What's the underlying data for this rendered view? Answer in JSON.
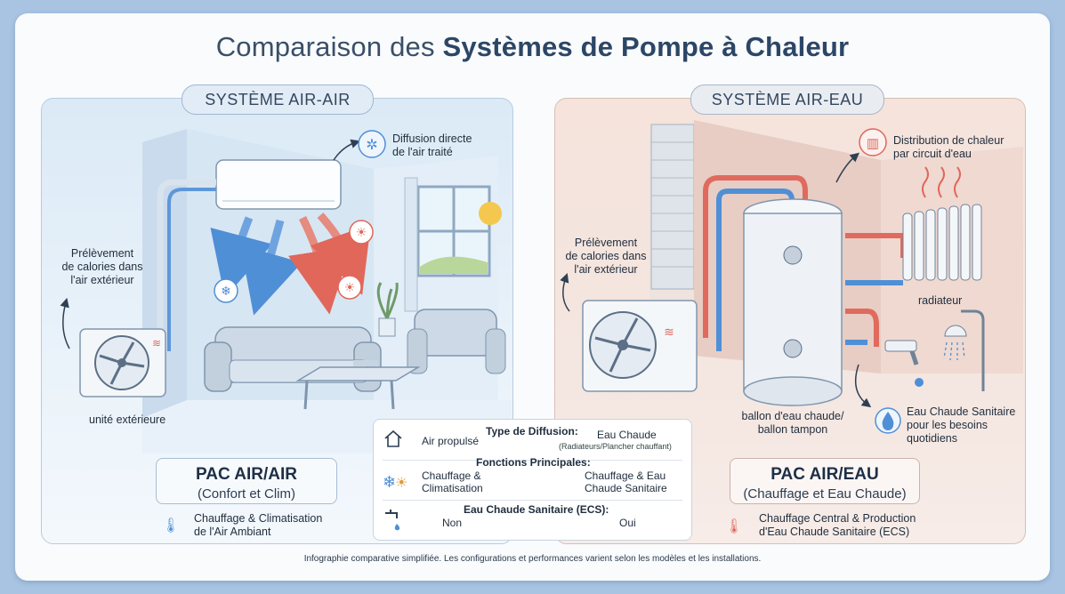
{
  "title": {
    "prefix": "Comparaison des ",
    "bold": "Systèmes de Pompe à Chaleur"
  },
  "left": {
    "pill": "SYSTÈME AIR-AIR",
    "label_diffusion": [
      "Diffusion directe",
      "de l'air traité"
    ],
    "label_prelevement": [
      "Prélèvement",
      "de calories dans",
      "l'air extérieur"
    ],
    "label_unite": "unité extérieure",
    "box_title": "PAC AIR/AIR",
    "box_sub": "(Confort et Clim)",
    "caption": [
      "Chauffage & Climatisation",
      "de l'Air Ambiant"
    ]
  },
  "right": {
    "pill": "SYSTÈME AIR-EAU",
    "label_distribution": [
      "Distribution de chaleur",
      "par circuit d'eau"
    ],
    "label_prelevement": [
      "Prélèvement",
      "de calories dans",
      "l'air extérieur"
    ],
    "label_radiateur": "radiateur",
    "label_ballon": [
      "ballon d'eau chaude/",
      "ballon tampon"
    ],
    "label_ecs": [
      "Eau Chaude Sanitaire",
      "pour les besoins",
      "quotidiens"
    ],
    "box_title": "PAC AIR/EAU",
    "box_sub": "(Chauffage et Eau Chaude)",
    "caption": [
      "Chauffage Central & Production",
      "d'Eau Chaude Sanitaire (ECS)"
    ]
  },
  "comparison": {
    "row1": {
      "header": "Type de Diffusion:",
      "left": "Air propulsé",
      "right": "Eau Chaude",
      "right_note": "(Radiateurs/Plancher chauffant)"
    },
    "row2": {
      "header": "Fonctions Principales:",
      "left": [
        "Chauffage &",
        "Climatisation"
      ],
      "right": [
        "Chauffage & Eau",
        "Chaude Sanitaire"
      ]
    },
    "row3": {
      "header": "Eau Chaude Sanitaire (ECS):",
      "left": "Non",
      "right": "Oui"
    }
  },
  "footer": "Infographie comparative simplifiée. Les configurations et performances varient selon les modèles et les installations.",
  "colors": {
    "hot": "#e0675a",
    "cold": "#4f8fd6",
    "accent": "#2c4666"
  }
}
